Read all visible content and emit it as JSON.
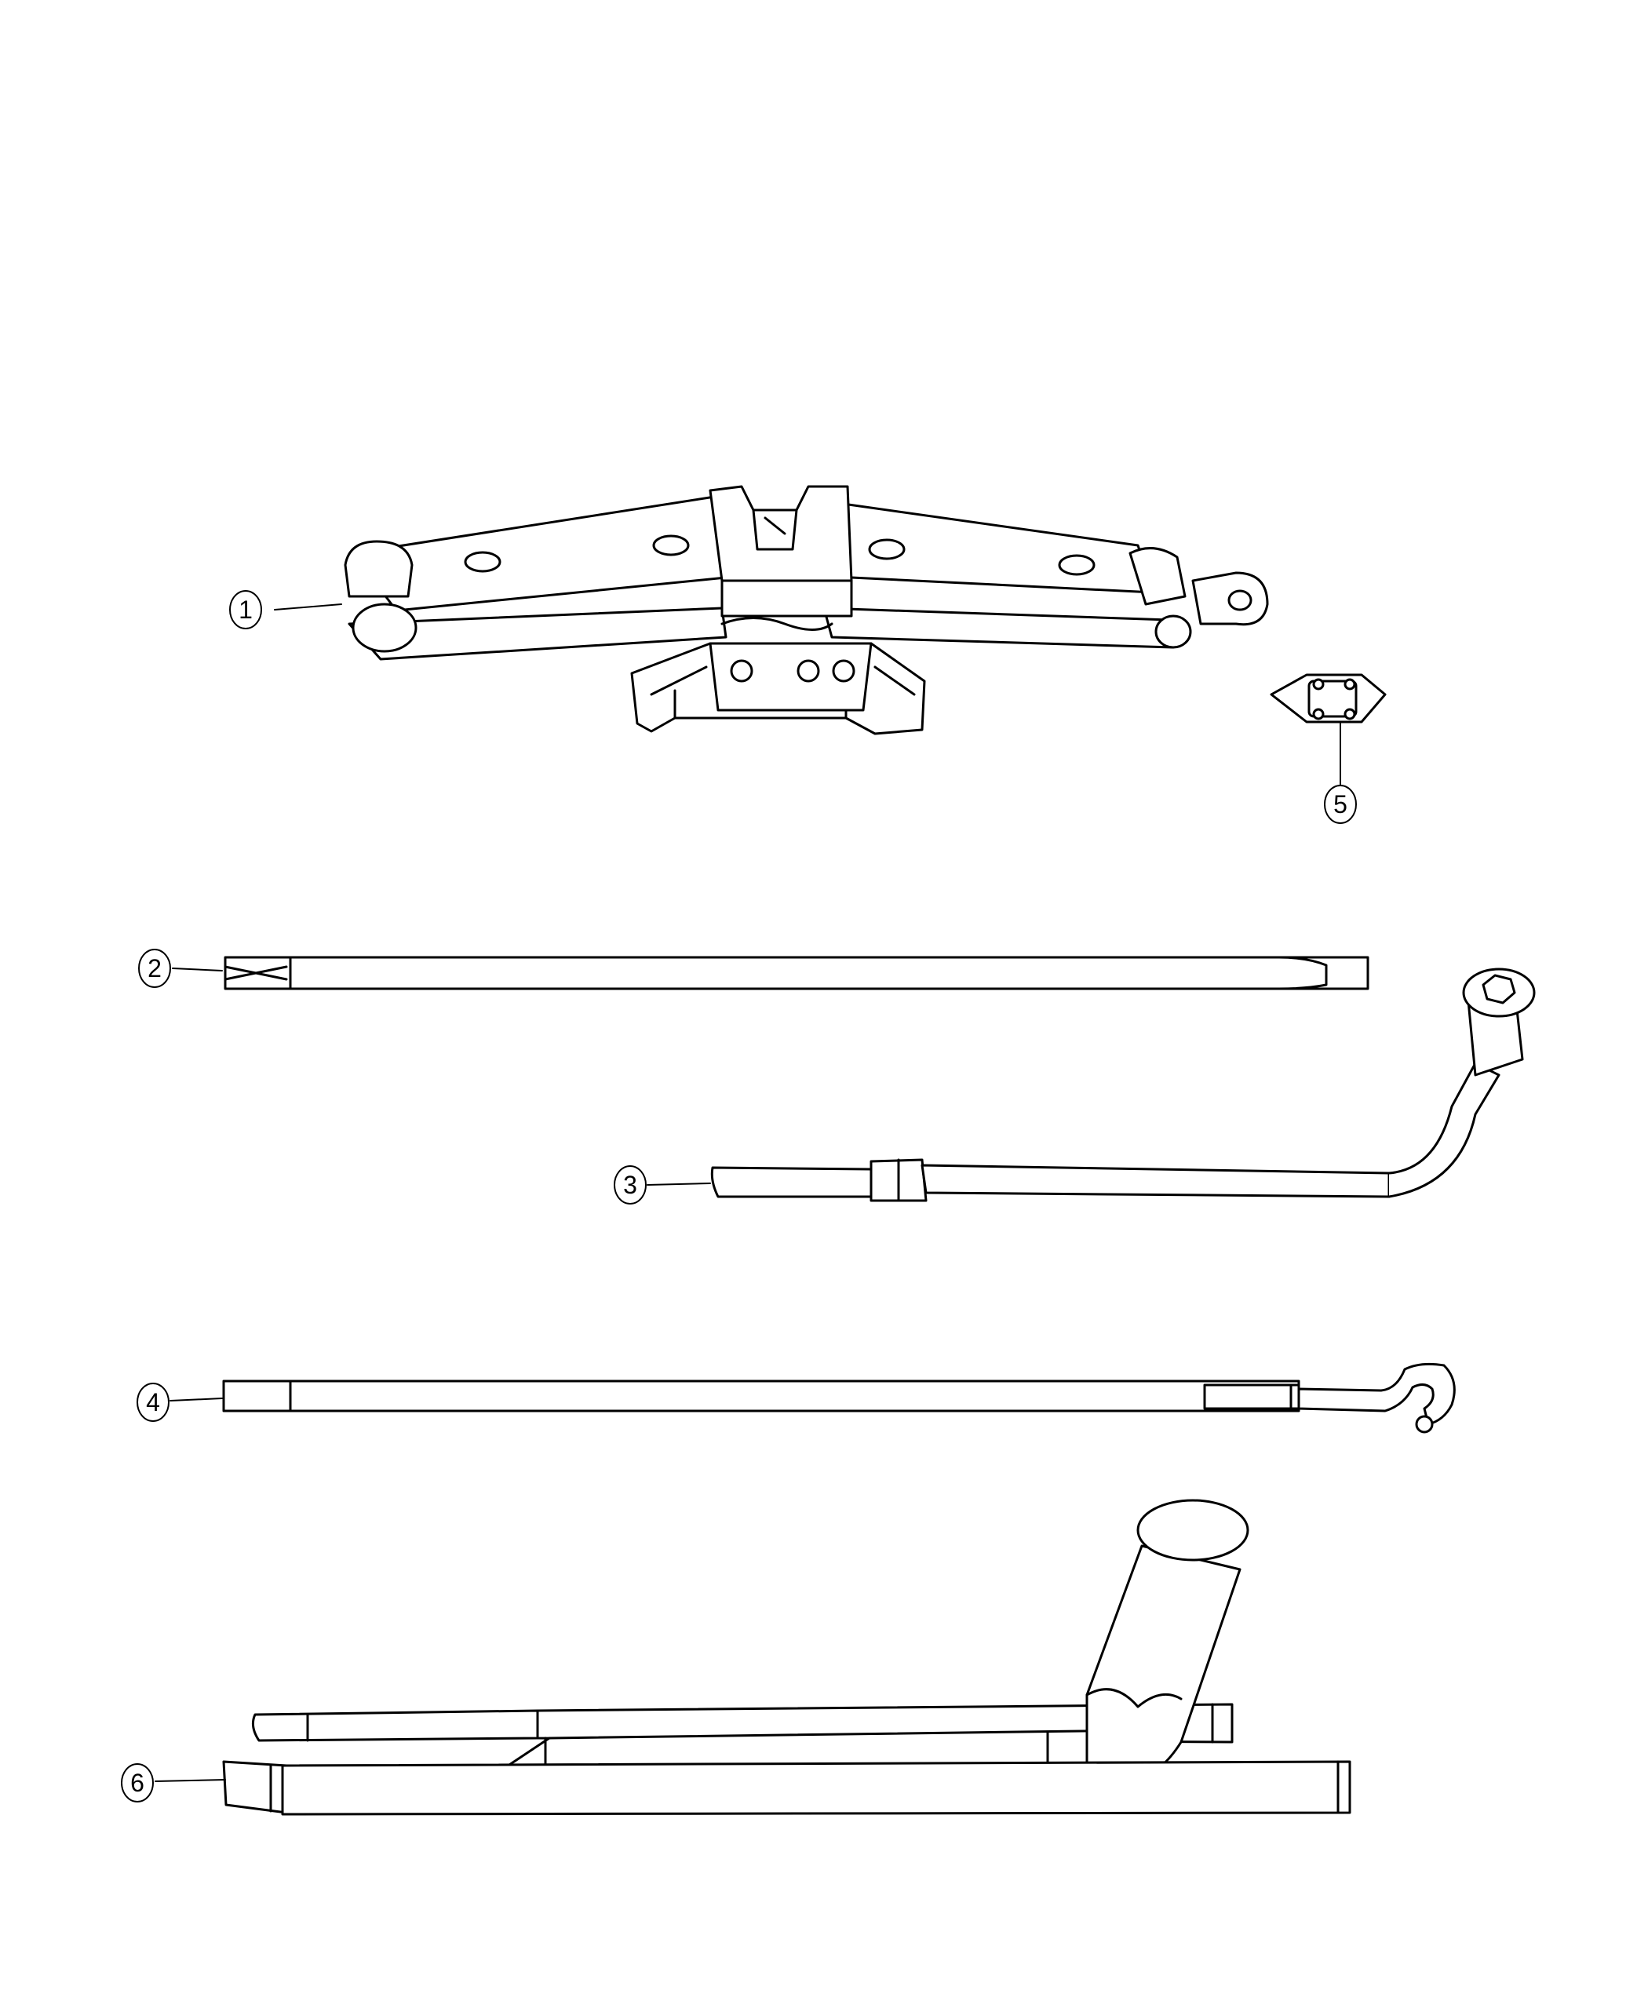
{
  "callouts": [
    {
      "id": "1",
      "label": "1"
    },
    {
      "id": "2",
      "label": "2"
    },
    {
      "id": "3",
      "label": "3"
    },
    {
      "id": "4",
      "label": "4"
    },
    {
      "id": "5",
      "label": "5"
    },
    {
      "id": "6",
      "label": "6"
    }
  ],
  "colors": {
    "stroke": "#000000",
    "fill": "#ffffff"
  }
}
